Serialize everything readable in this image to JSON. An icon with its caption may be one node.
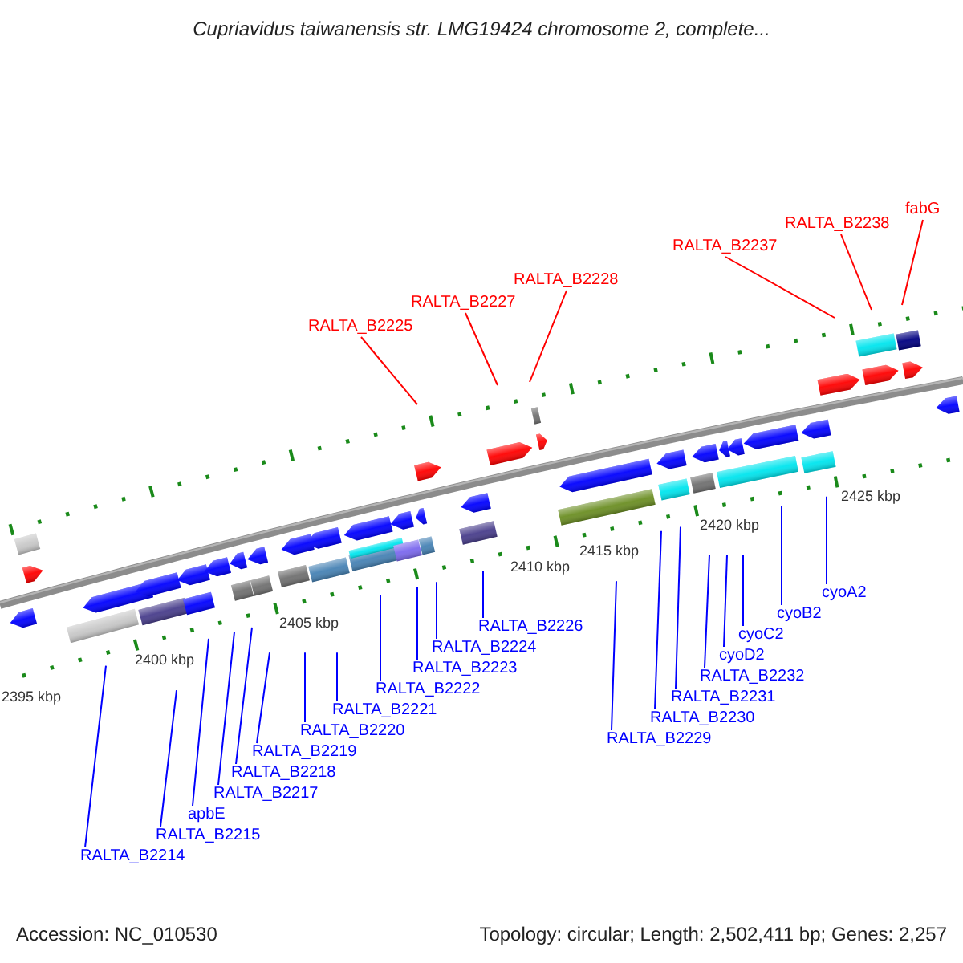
{
  "diagram": {
    "title": "Cupriavidus taiwanensis str. LMG19424 chromosome 2, complete...",
    "nodes": [
      {
        "text": [
          "RALTA_B2225"
        ]
      },
      {
        "text": [
          "RALTA_B2227"
        ]
      },
      {
        "text": [
          "RALTA_B2228"
        ]
      },
      {
        "text": [
          "RALTA_B2237"
        ]
      },
      {
        "text": [
          "RALTA_B2238"
        ]
      },
      {
        "text": [
          "fabG"
        ]
      },
      {
        "text": [
          "RALTA_B2214"
        ]
      },
      {
        "text": [
          "RALTA_B2215"
        ]
      },
      {
        "text": [
          "apbE"
        ]
      },
      {
        "text": [
          "RALTA_B2217"
        ]
      },
      {
        "text": [
          "RALTA_B2218"
        ]
      },
      {
        "text": [
          "RALTA_B2219"
        ]
      },
      {
        "text": [
          "RALTA_B2220"
        ]
      },
      {
        "text": [
          "RALTA_B2221"
        ]
      },
      {
        "text": [
          "RALTA_B2222"
        ]
      },
      {
        "text": [
          "RALTA_B2223"
        ]
      },
      {
        "text": [
          "RALTA_B2224"
        ]
      },
      {
        "text": [
          "RALTA_B2226"
        ]
      },
      {
        "text": [
          "RALTA_B2229"
        ]
      },
      {
        "text": [
          "RALTA_B2230"
        ]
      },
      {
        "text": [
          "RALTA_B2232"
        ]
      },
      {
        "text": [
          "RALTA_B2231"
        ]
      },
      {
        "text": [
          "cyoD2"
        ]
      },
      {
        "text": [
          "cyoC2"
        ]
      },
      {
        "text": [
          "cyoB2"
        ]
      },
      {
        "text": [
          "cyoA2"
        ]
      }
    ],
    "edges": [
      {
        "from": 0,
        "to": null,
        "arrow": "none",
        "color": "#ff0000"
      },
      {
        "from": 1,
        "to": null,
        "arrow": "none",
        "color": "#ff0000"
      },
      {
        "from": 2,
        "to": null,
        "arrow": "none",
        "color": "#ff0000"
      },
      {
        "from": 3,
        "to": null,
        "arrow": "none",
        "color": "#ff0000"
      },
      {
        "from": 4,
        "to": null,
        "arrow": "none",
        "color": "#ff0000"
      },
      {
        "from": 5,
        "to": null,
        "arrow": "none",
        "color": "#ff0000"
      },
      {
        "from": 6,
        "to": null,
        "arrow": "none"
      },
      {
        "from": 7,
        "to": null,
        "arrow": "none"
      },
      {
        "from": 8,
        "to": null,
        "arrow": "none"
      },
      {
        "from": 9,
        "to": null,
        "arrow": "none"
      },
      {
        "from": 10,
        "to": null,
        "arrow": "none"
      },
      {
        "from": 11,
        "to": null,
        "arrow": "none"
      },
      {
        "from": 12,
        "to": null,
        "arrow": "none"
      },
      {
        "from": 13,
        "to": null,
        "arrow": "none"
      },
      {
        "from": 14,
        "to": null,
        "arrow": "none"
      },
      {
        "from": 15,
        "to": null,
        "arrow": "none"
      },
      {
        "from": 16,
        "to": null,
        "arrow": "none"
      },
      {
        "from": 17,
        "to": null,
        "arrow": "none"
      },
      {
        "from": 18,
        "to": null,
        "arrow": "none"
      },
      {
        "from": 19,
        "to": null,
        "arrow": "none"
      },
      {
        "from": 20,
        "to": null,
        "arrow": "none"
      },
      {
        "from": 21,
        "to": null,
        "arrow": "none"
      },
      {
        "from": 22,
        "to": null,
        "arrow": "none"
      },
      {
        "from": 23,
        "to": null,
        "arrow": "none"
      },
      {
        "from": 24,
        "to": null,
        "arrow": "none"
      },
      {
        "from": 25,
        "to": null,
        "arrow": "none"
      }
    ],
    "labels": [
      "2395 kbp",
      "2400 kbp",
      "2405 kbp",
      "2410 kbp",
      "2415 kbp",
      "2420 kbp",
      "2425 kbp",
      "Accession: NC_010530",
      "Topology: circular; Length: 2,502,411 bp; Genes: 2,257"
    ]
  }
}
